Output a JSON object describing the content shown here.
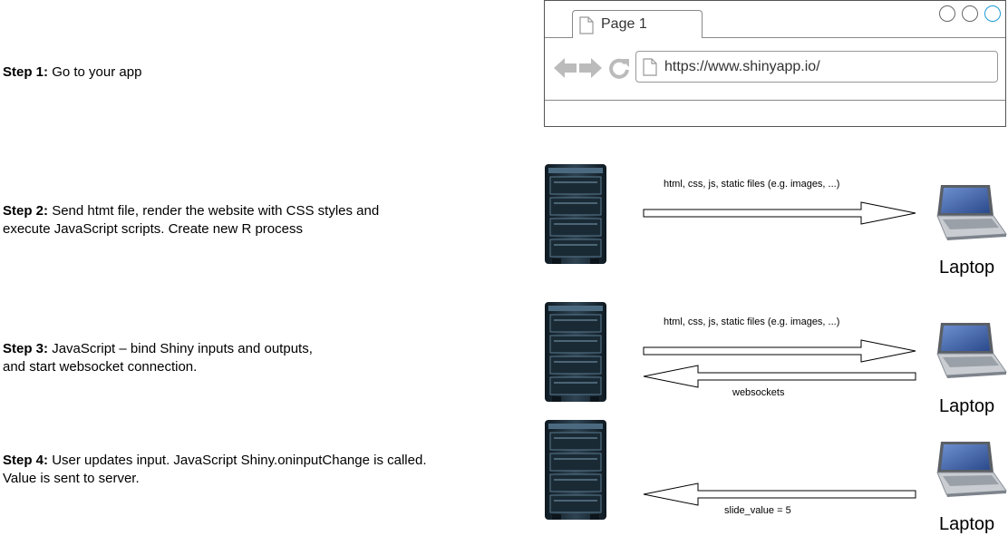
{
  "steps": [
    {
      "num": "Step 1:",
      "lines": [
        "Go to your app"
      ]
    },
    {
      "num": "Step 2:",
      "lines": [
        "Send htmt file, render the website with CSS styles and",
        "execute JavaScript scripts. Create new R process"
      ]
    },
    {
      "num": "Step 3:",
      "lines": [
        "JavaScript – bind Shiny inputs and outputs,",
        "and start websocket connection."
      ]
    },
    {
      "num": "Step 4:",
      "lines": [
        "User updates input. JavaScript Shiny.oninputChange is called.",
        "Value is sent to server."
      ]
    }
  ],
  "browser": {
    "tab_title": "Page 1",
    "url": "https://www.shinyapp.io/",
    "icons": [
      "document-icon",
      "back-arrow-icon",
      "forward-arrow-icon",
      "reload-icon",
      "window-button-icon"
    ]
  },
  "arrows": {
    "files_label": "html, css, js, static files (e.g. images, ...)",
    "websockets_label": "websockets",
    "slide_label": "slide_value = 5"
  },
  "laptop_label": "Laptop",
  "icons": {
    "server": "server-rack-icon",
    "laptop": "laptop-icon"
  },
  "colors": {
    "server_body": "#1e2b34",
    "server_edge": "#3d5566",
    "laptop_screen": "#4a6fb3",
    "laptop_body": "#c9cdd2",
    "close_button": "#1e9bd7"
  }
}
